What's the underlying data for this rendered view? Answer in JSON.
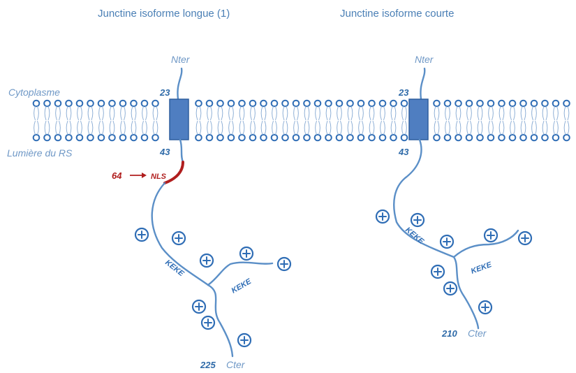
{
  "titles": {
    "long_isoform": "Junctine isoforme longue (1)",
    "short_isoform": "Junctine isoforme courte"
  },
  "membrane": {
    "cytoplasm_label": "Cytoplasme",
    "lumen_label": "Lumière du RS"
  },
  "long": {
    "nter": "Nter",
    "tm_start": "23",
    "tm_end": "43",
    "nls_position": "64",
    "nls_label": "NLS",
    "keke_1": "KEKE",
    "keke_2": "KEKE",
    "cter_num": "225",
    "cter_label": "Cter"
  },
  "short": {
    "nter": "Nter",
    "tm_start": "23",
    "tm_end": "43",
    "keke_1": "KEKE",
    "keke_2": "KEKE",
    "cter_num": "210",
    "cter_label": "Cter"
  },
  "colors": {
    "text_blue": "#4a7fb5",
    "tm_box": "#4f7ec1",
    "nls_red": "#b01e1e",
    "chain": "#5b8fc7"
  }
}
